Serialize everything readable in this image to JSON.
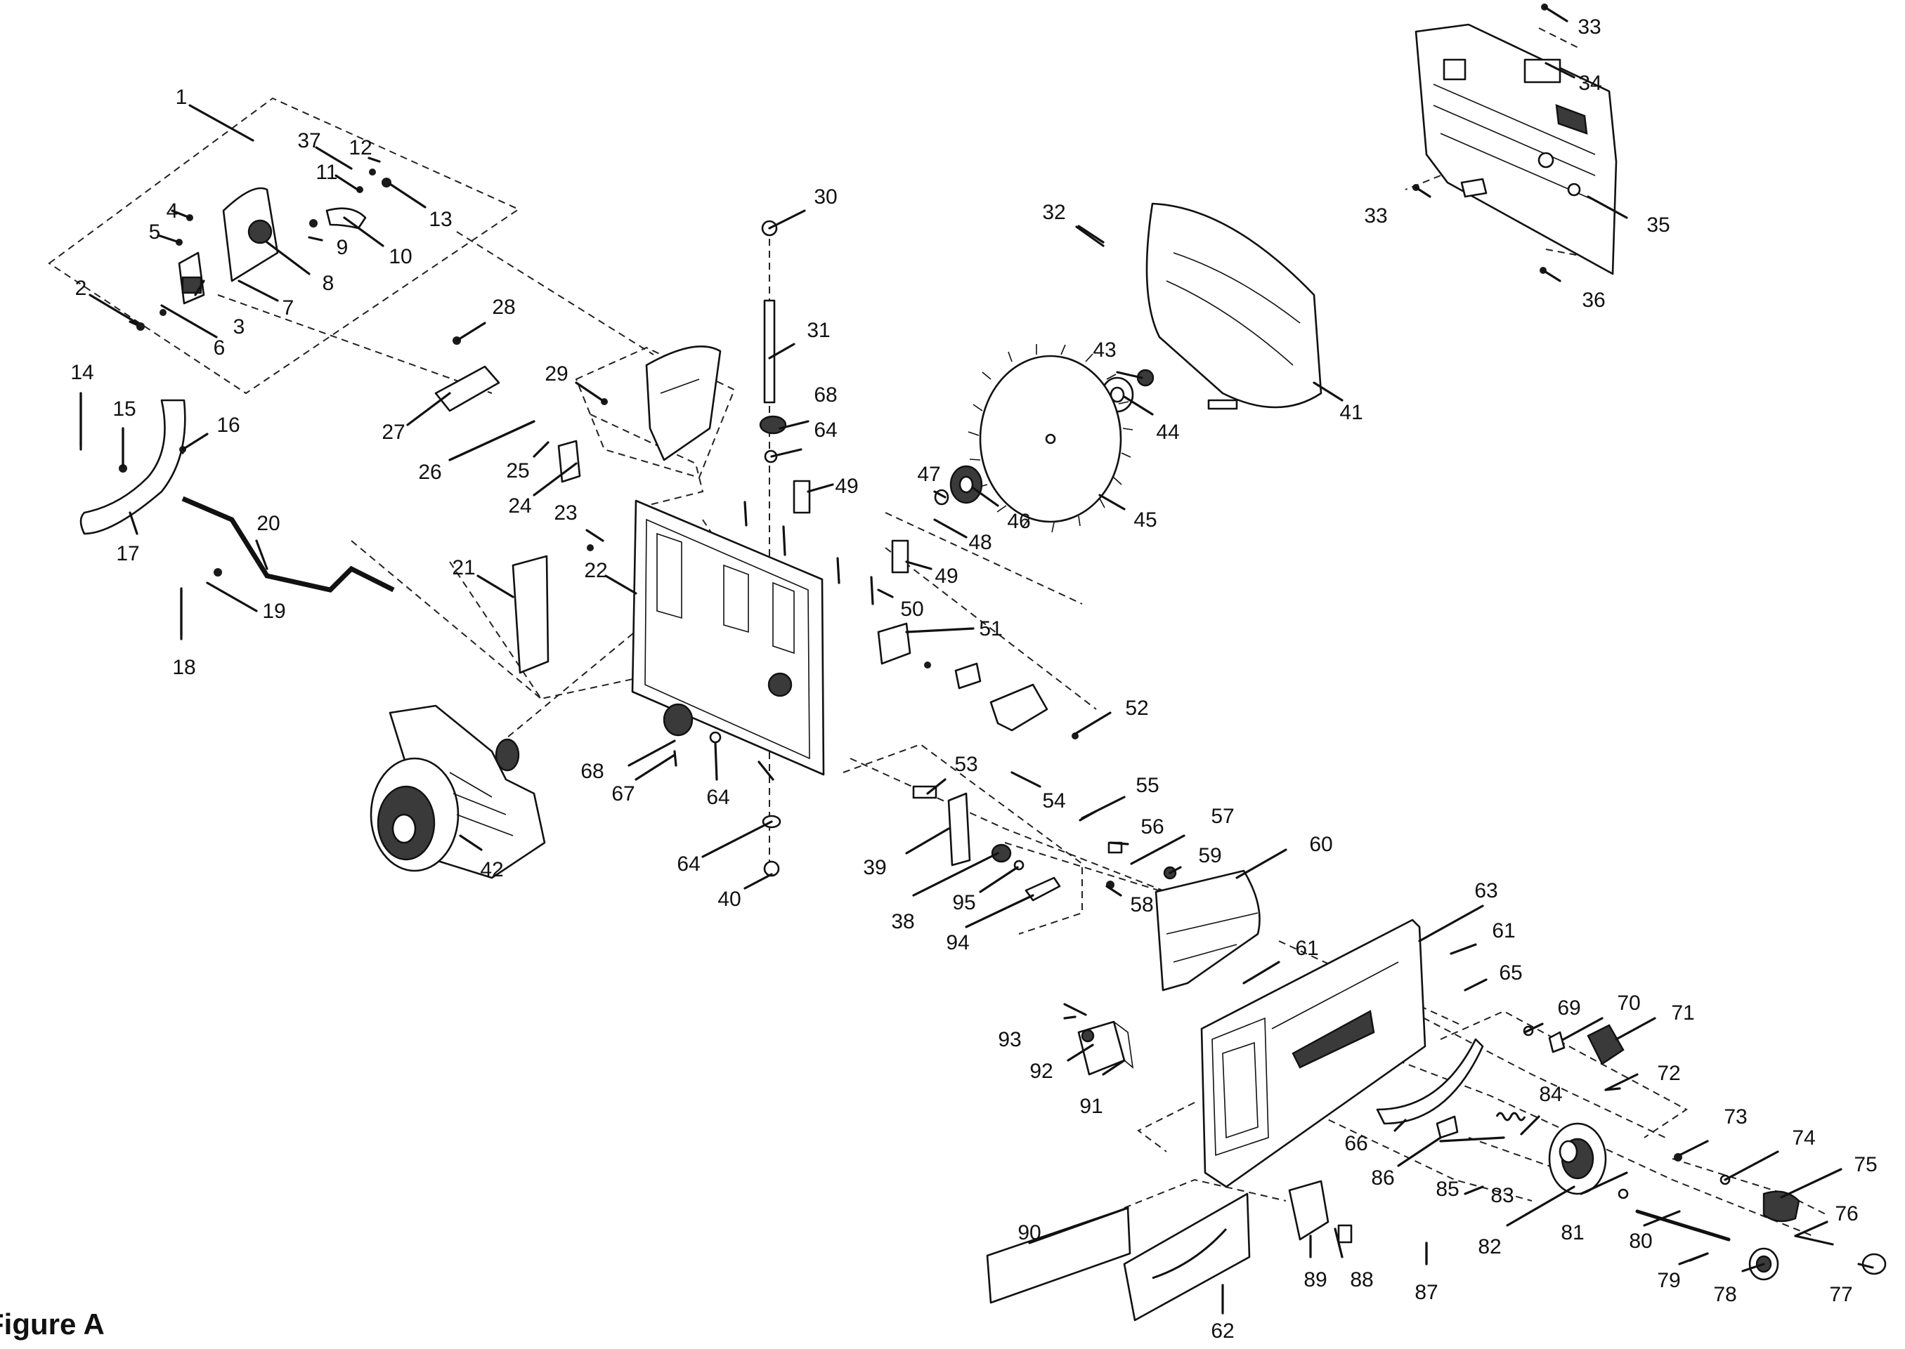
{
  "figure": {
    "title": "Figure A"
  },
  "callouts": [
    {
      "id": "1",
      "text": "1"
    },
    {
      "id": "2",
      "text": "2"
    },
    {
      "id": "3",
      "text": "3"
    },
    {
      "id": "4",
      "text": "4"
    },
    {
      "id": "5",
      "text": "5"
    },
    {
      "id": "6",
      "text": "6"
    },
    {
      "id": "7",
      "text": "7"
    },
    {
      "id": "8",
      "text": "8"
    },
    {
      "id": "9",
      "text": "9"
    },
    {
      "id": "10",
      "text": "10"
    },
    {
      "id": "11",
      "text": "11"
    },
    {
      "id": "12",
      "text": "12"
    },
    {
      "id": "13",
      "text": "13"
    },
    {
      "id": "14",
      "text": "14"
    },
    {
      "id": "15",
      "text": "15"
    },
    {
      "id": "16",
      "text": "16"
    },
    {
      "id": "17",
      "text": "17"
    },
    {
      "id": "18",
      "text": "18"
    },
    {
      "id": "19",
      "text": "19"
    },
    {
      "id": "20",
      "text": "20"
    },
    {
      "id": "21",
      "text": "21"
    },
    {
      "id": "22",
      "text": "22"
    },
    {
      "id": "23",
      "text": "23"
    },
    {
      "id": "24",
      "text": "24"
    },
    {
      "id": "25",
      "text": "25"
    },
    {
      "id": "26",
      "text": "26"
    },
    {
      "id": "27",
      "text": "27"
    },
    {
      "id": "28",
      "text": "28"
    },
    {
      "id": "29",
      "text": "29"
    },
    {
      "id": "30",
      "text": "30"
    },
    {
      "id": "31",
      "text": "31"
    },
    {
      "id": "32",
      "text": "32"
    },
    {
      "id": "33a",
      "text": "33"
    },
    {
      "id": "33b",
      "text": "33"
    },
    {
      "id": "34",
      "text": "34"
    },
    {
      "id": "35",
      "text": "35"
    },
    {
      "id": "36",
      "text": "36"
    },
    {
      "id": "37",
      "text": "37"
    },
    {
      "id": "38",
      "text": "38"
    },
    {
      "id": "39",
      "text": "39"
    },
    {
      "id": "40",
      "text": "40"
    },
    {
      "id": "41",
      "text": "41"
    },
    {
      "id": "42",
      "text": "42"
    },
    {
      "id": "43",
      "text": "43"
    },
    {
      "id": "44",
      "text": "44"
    },
    {
      "id": "45",
      "text": "45"
    },
    {
      "id": "46",
      "text": "46"
    },
    {
      "id": "47",
      "text": "47"
    },
    {
      "id": "48",
      "text": "48"
    },
    {
      "id": "49a",
      "text": "49"
    },
    {
      "id": "49b",
      "text": "49"
    },
    {
      "id": "50",
      "text": "50"
    },
    {
      "id": "51",
      "text": "51"
    },
    {
      "id": "52",
      "text": "52"
    },
    {
      "id": "53",
      "text": "53"
    },
    {
      "id": "54",
      "text": "54"
    },
    {
      "id": "55",
      "text": "55"
    },
    {
      "id": "56",
      "text": "56"
    },
    {
      "id": "57",
      "text": "57"
    },
    {
      "id": "58",
      "text": "58"
    },
    {
      "id": "59",
      "text": "59"
    },
    {
      "id": "60",
      "text": "60"
    },
    {
      "id": "61a",
      "text": "61"
    },
    {
      "id": "61b",
      "text": "61"
    },
    {
      "id": "62",
      "text": "62"
    },
    {
      "id": "63",
      "text": "63"
    },
    {
      "id": "64a",
      "text": "64"
    },
    {
      "id": "64b",
      "text": "64"
    },
    {
      "id": "64c",
      "text": "64"
    },
    {
      "id": "65",
      "text": "65"
    },
    {
      "id": "66",
      "text": "66"
    },
    {
      "id": "67",
      "text": "67"
    },
    {
      "id": "68a",
      "text": "68"
    },
    {
      "id": "68b",
      "text": "68"
    },
    {
      "id": "69",
      "text": "69"
    },
    {
      "id": "70",
      "text": "70"
    },
    {
      "id": "71",
      "text": "71"
    },
    {
      "id": "72",
      "text": "72"
    },
    {
      "id": "73",
      "text": "73"
    },
    {
      "id": "74",
      "text": "74"
    },
    {
      "id": "75",
      "text": "75"
    },
    {
      "id": "76",
      "text": "76"
    },
    {
      "id": "77",
      "text": "77"
    },
    {
      "id": "78",
      "text": "78"
    },
    {
      "id": "79",
      "text": "79"
    },
    {
      "id": "80",
      "text": "80"
    },
    {
      "id": "81",
      "text": "81"
    },
    {
      "id": "82",
      "text": "82"
    },
    {
      "id": "83",
      "text": "83"
    },
    {
      "id": "84",
      "text": "84"
    },
    {
      "id": "85",
      "text": "85"
    },
    {
      "id": "86",
      "text": "86"
    },
    {
      "id": "87",
      "text": "87"
    },
    {
      "id": "88",
      "text": "88"
    },
    {
      "id": "89",
      "text": "89"
    },
    {
      "id": "90",
      "text": "90"
    },
    {
      "id": "91",
      "text": "91"
    },
    {
      "id": "92",
      "text": "92"
    },
    {
      "id": "93",
      "text": "93"
    },
    {
      "id": "94",
      "text": "94"
    },
    {
      "id": "95",
      "text": "95"
    }
  ]
}
